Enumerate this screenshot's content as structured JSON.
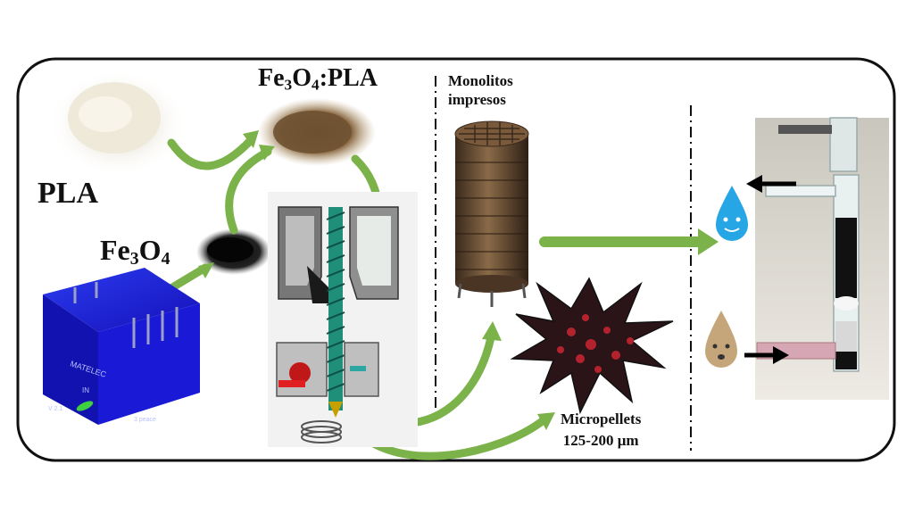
{
  "labels": {
    "pla": "PLA",
    "fe3o4_prefix": "Fe",
    "fe3o4_sub1": "3",
    "fe3o4_mid": "O",
    "fe3o4_sub2": "4",
    "composite_prefix": "Fe",
    "composite_sub1": "3",
    "composite_mid": "O",
    "composite_sub2": "4",
    "composite_suffix": ":PLA",
    "monolith_line1": "Monolitos",
    "monolith_line2": "impresos",
    "micro_line1": "Micropellets",
    "micro_line2": "125-200 μm"
  },
  "device": {
    "brand": "MATELEC",
    "port": "IN",
    "version": "V 2.1",
    "spec": "3 peace"
  },
  "colors": {
    "arrow_green": "#7bb34a",
    "frame": "#111111",
    "device_blue": "#1a1ad6",
    "screw_teal": "#1f8f7a"
  }
}
